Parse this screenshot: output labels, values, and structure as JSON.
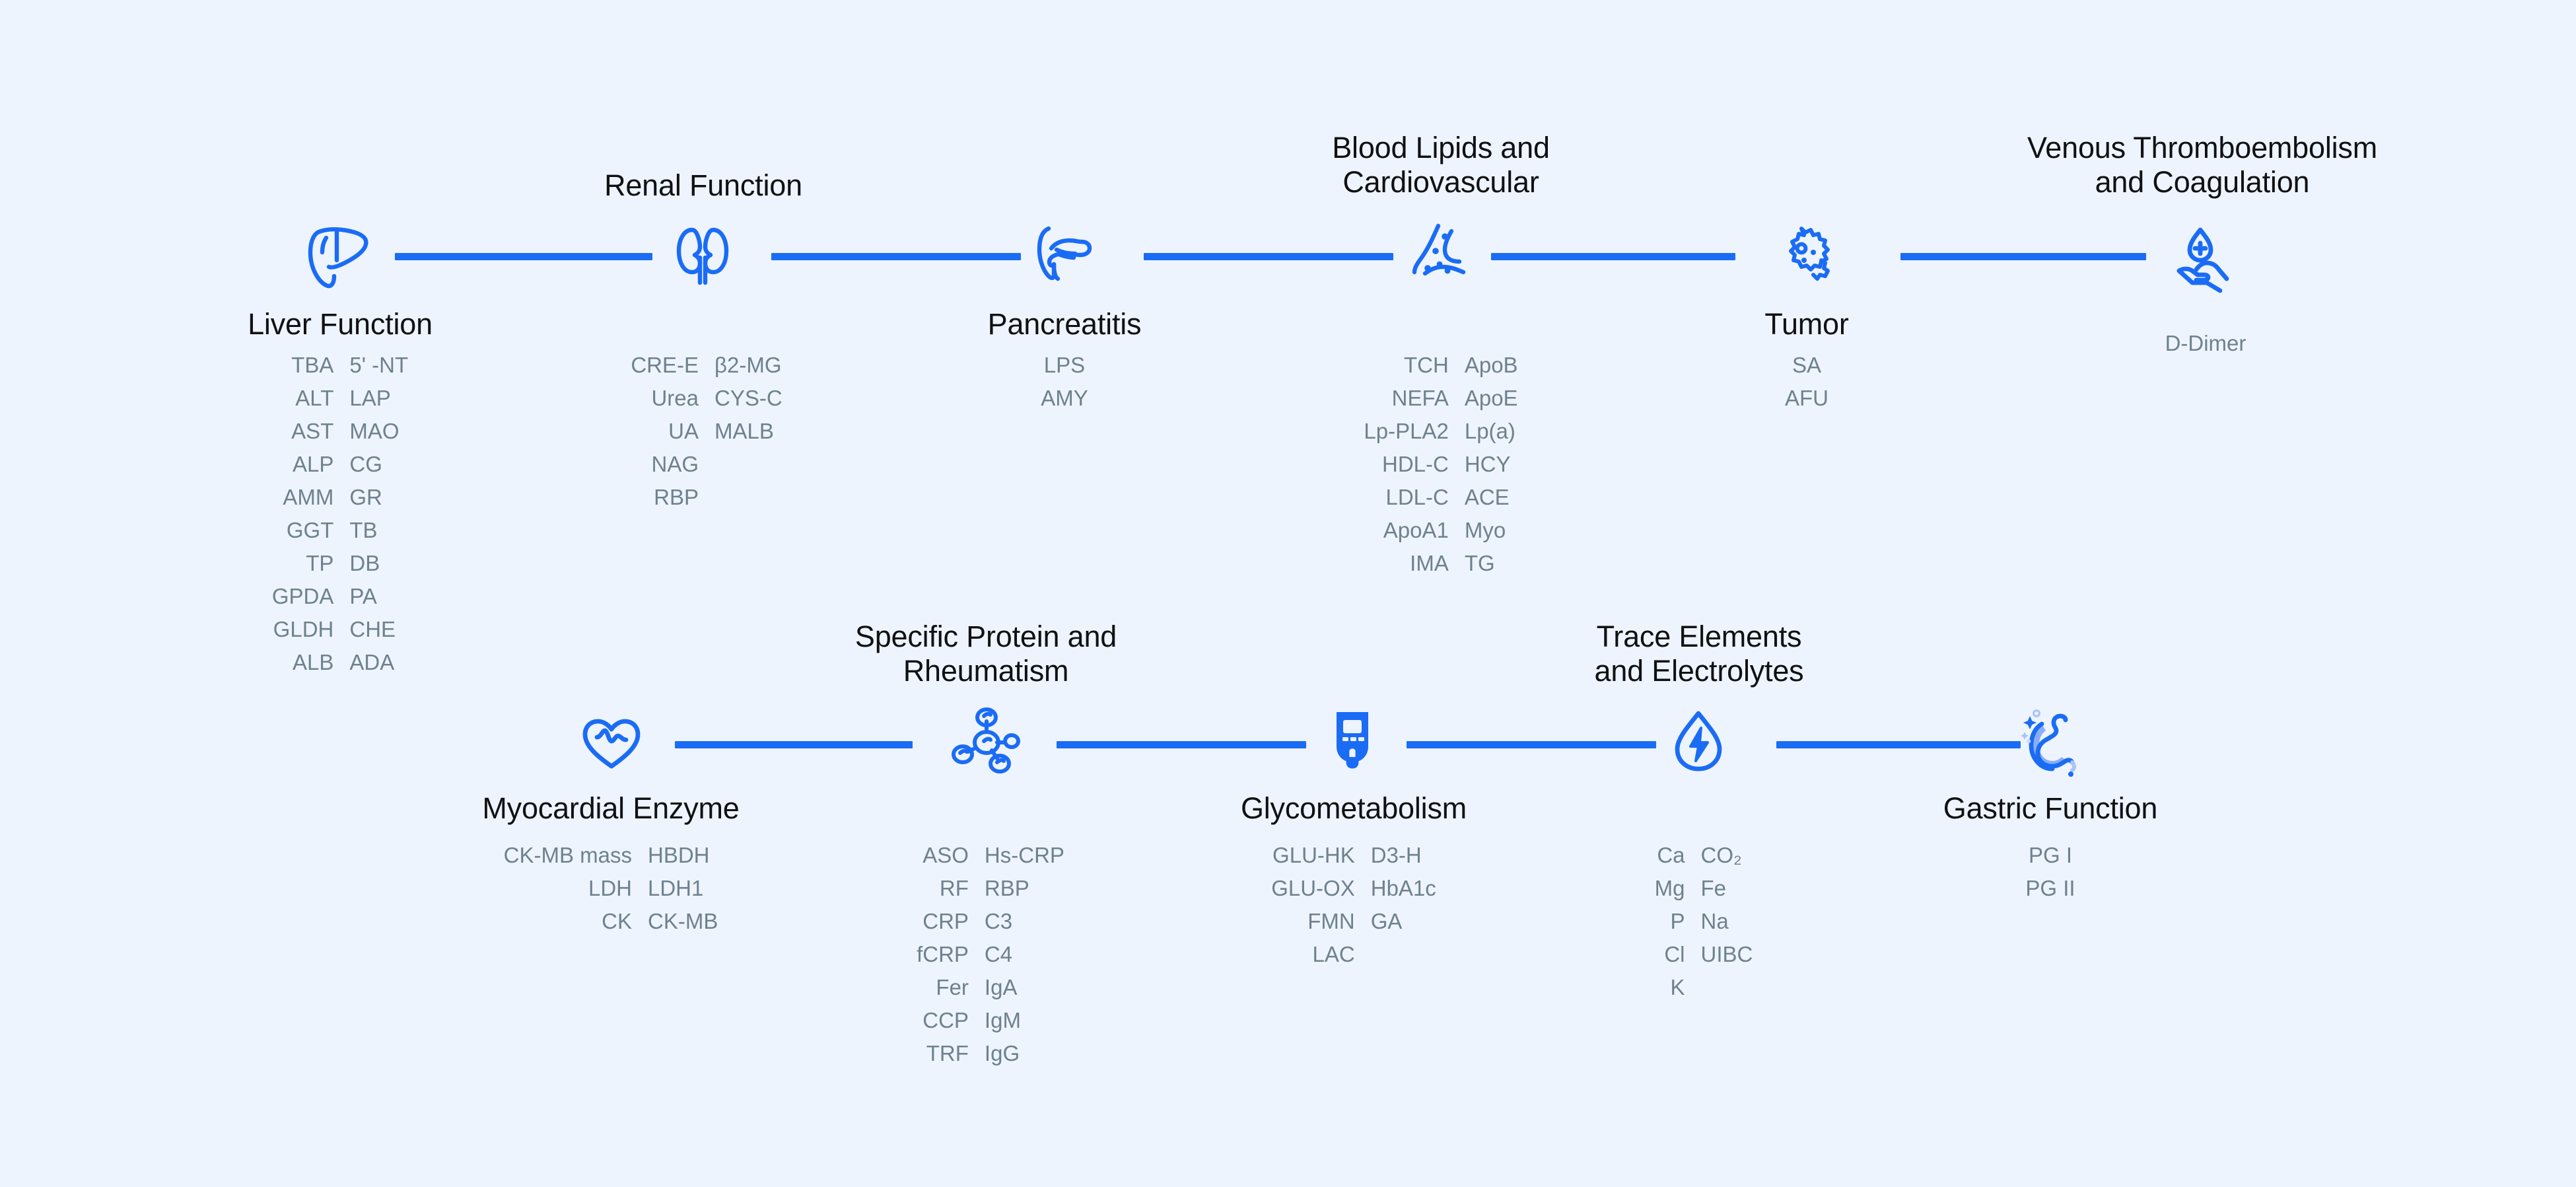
{
  "theme": {
    "background": "#eef4fd",
    "accent": "#1a6cf5",
    "title_color": "#101113",
    "item_color": "#6e818f",
    "gastric_fill": "#8aaef6"
  },
  "diagram": {
    "type": "process-flow",
    "rows": 2,
    "row_top_count": 6,
    "row_bottom_count": 5
  },
  "nodes": [
    {
      "id": "liver-function",
      "title": "Liver Function",
      "icon": "liver-icon",
      "title_position": "below-icon",
      "row": "top",
      "columns": [
        {
          "align": "right",
          "items": [
            "TBA",
            "ALT",
            "AST",
            "ALP",
            "AMM",
            "GGT",
            "TP",
            "GPDA",
            "GLDH",
            "ALB"
          ]
        },
        {
          "align": "left",
          "items": [
            "5' -NT",
            "LAP",
            "MAO",
            "CG",
            "GR",
            "TB",
            "DB",
            "PA",
            "CHE",
            "ADA"
          ]
        }
      ]
    },
    {
      "id": "renal-function",
      "title": "Renal Function",
      "icon": "kidneys-icon",
      "title_position": "above-icon",
      "row": "top",
      "columns": [
        {
          "align": "right",
          "items": [
            "CRE-E",
            "Urea",
            "UA",
            "NAG",
            "RBP"
          ]
        },
        {
          "align": "left",
          "items": [
            "β2-MG",
            "CYS-C",
            "MALB"
          ]
        }
      ]
    },
    {
      "id": "pancreatitis",
      "title": "Pancreatitis",
      "icon": "pancreas-icon",
      "title_position": "below-icon",
      "row": "top",
      "columns": [
        {
          "align": "center",
          "items": [
            "LPS",
            "AMY"
          ]
        }
      ]
    },
    {
      "id": "blood-lipids-cardiovascular",
      "title": "Blood Lipids and\nCardiovascular",
      "icon": "artery-plaque-icon",
      "title_position": "above-icon",
      "row": "top",
      "columns": [
        {
          "align": "right",
          "items": [
            "TCH",
            "NEFA",
            "Lp-PLA2",
            "HDL-C",
            "LDL-C",
            "ApoA1",
            "IMA"
          ]
        },
        {
          "align": "left",
          "items": [
            "ApoB",
            "ApoE",
            "Lp(a)",
            "HCY",
            "ACE",
            "Myo",
            "TG"
          ]
        }
      ]
    },
    {
      "id": "tumor",
      "title": "Tumor",
      "icon": "tumor-cell-icon",
      "title_position": "below-icon",
      "row": "top",
      "columns": [
        {
          "align": "center",
          "items": [
            "SA",
            "AFU"
          ]
        }
      ]
    },
    {
      "id": "venous-thromboembolism-coagulation",
      "title": "Venous Thromboembolism\nand Coagulation",
      "icon": "blood-drop-hand-icon",
      "title_position": "above-icon",
      "row": "top",
      "columns": [
        {
          "align": "center",
          "items": [
            "D-Dimer"
          ]
        }
      ]
    },
    {
      "id": "myocardial-enzyme",
      "title": "Myocardial Enzyme",
      "icon": "heart-pulse-icon",
      "title_position": "below-icon",
      "row": "bottom",
      "columns": [
        {
          "align": "right",
          "items": [
            "CK-MB mass",
            "LDH",
            "CK"
          ]
        },
        {
          "align": "left",
          "items": [
            "HBDH",
            "LDH1",
            "CK-MB"
          ]
        }
      ]
    },
    {
      "id": "specific-protein-rheumatism",
      "title": "Specific Protein and\nRheumatism",
      "icon": "molecule-icon",
      "title_position": "above-icon",
      "row": "bottom",
      "columns": [
        {
          "align": "right",
          "items": [
            "ASO",
            "RF",
            "CRP",
            "fCRP",
            "Fer",
            "CCP",
            "TRF"
          ]
        },
        {
          "align": "left",
          "items": [
            "Hs-CRP",
            "RBP",
            "C3",
            "C4",
            "IgA",
            "IgM",
            "IgG"
          ]
        }
      ]
    },
    {
      "id": "glycometabolism",
      "title": "Glycometabolism",
      "icon": "glucometer-icon",
      "title_position": "below-icon",
      "row": "bottom",
      "columns": [
        {
          "align": "right",
          "items": [
            "GLU-HK",
            "GLU-OX",
            "FMN",
            "LAC"
          ]
        },
        {
          "align": "left",
          "items": [
            "D3-H",
            "HbA1c",
            "GA"
          ]
        }
      ]
    },
    {
      "id": "trace-elements-electrolytes",
      "title": "Trace Elements\nand Electrolytes",
      "icon": "water-drop-bolt-icon",
      "title_position": "above-icon",
      "row": "bottom",
      "columns": [
        {
          "align": "right",
          "items": [
            "Ca",
            "Mg",
            "P",
            "Cl",
            "K"
          ]
        },
        {
          "align": "left",
          "items": [
            "CO₂",
            "Fe",
            "Na",
            "UIBC"
          ]
        }
      ]
    },
    {
      "id": "gastric-function",
      "title": "Gastric Function",
      "icon": "stomach-icon",
      "title_position": "below-icon",
      "row": "bottom",
      "columns": [
        {
          "align": "center",
          "items": [
            "PG I",
            "PG II"
          ]
        }
      ]
    }
  ]
}
